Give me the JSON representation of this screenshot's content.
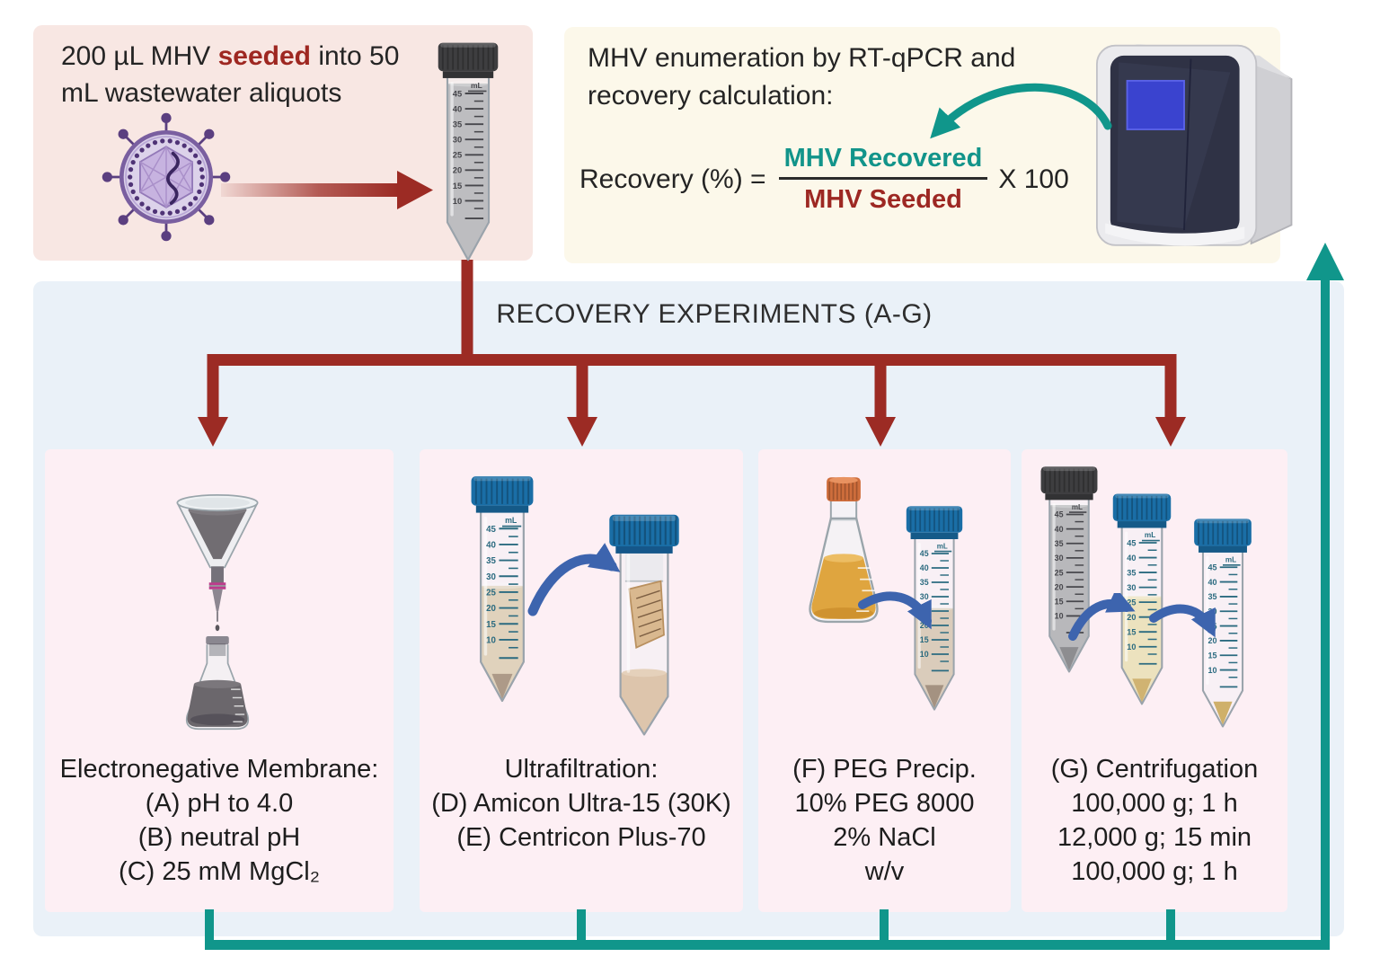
{
  "seed_box": {
    "line1_pre": "200 µL MHV ",
    "line1_highlight": "seeded",
    "line1_post": " into 50",
    "line2": "mL wastewater aliquots"
  },
  "enum_box": {
    "heading1": "MHV enumeration by RT-qPCR and",
    "heading2": "recovery calculation:",
    "formula_lhs": "Recovery (%) =",
    "numerator": "MHV Recovered",
    "denominator": "MHV Seeded",
    "multiplier": "X 100"
  },
  "flow_title": "RECOVERY EXPERIMENTS (A-G)",
  "panels": [
    {
      "key": "electronegative-membrane",
      "lines": [
        "Electronegative Membrane:",
        "(A) pH to 4.0",
        "(B) neutral pH",
        "(C) 25 mM MgCl₂"
      ]
    },
    {
      "key": "ultrafiltration",
      "lines": [
        "Ultrafiltration:",
        "(D) Amicon Ultra-15 (30K)",
        "(E) Centricon Plus-70"
      ]
    },
    {
      "key": "peg-precipitation",
      "lines": [
        "(F) PEG Precip.",
        "10% PEG 8000",
        "2% NaCl",
        "w/v"
      ]
    },
    {
      "key": "centrifugation",
      "lines": [
        "(G) Centrifugation",
        "100,000 g; 1 h",
        "12,000 g; 15 min",
        "100,000 g; 1 h"
      ]
    }
  ],
  "tube_scale": {
    "unit": "mL",
    "ticks": [
      "45",
      "40",
      "35",
      "30",
      "25",
      "20",
      "15",
      "10"
    ]
  },
  "colors": {
    "dark_red": "#9c2b24",
    "teal": "#10968b",
    "arrow_blue": "#3d64ae",
    "panel_pink": "#fdeff4",
    "flow_blue": "#eaf1f8",
    "seed_pink": "#f8e7e3",
    "cream": "#fcf8ea",
    "numerator_teal": "#12948a",
    "denominator_red": "#9d2823"
  }
}
